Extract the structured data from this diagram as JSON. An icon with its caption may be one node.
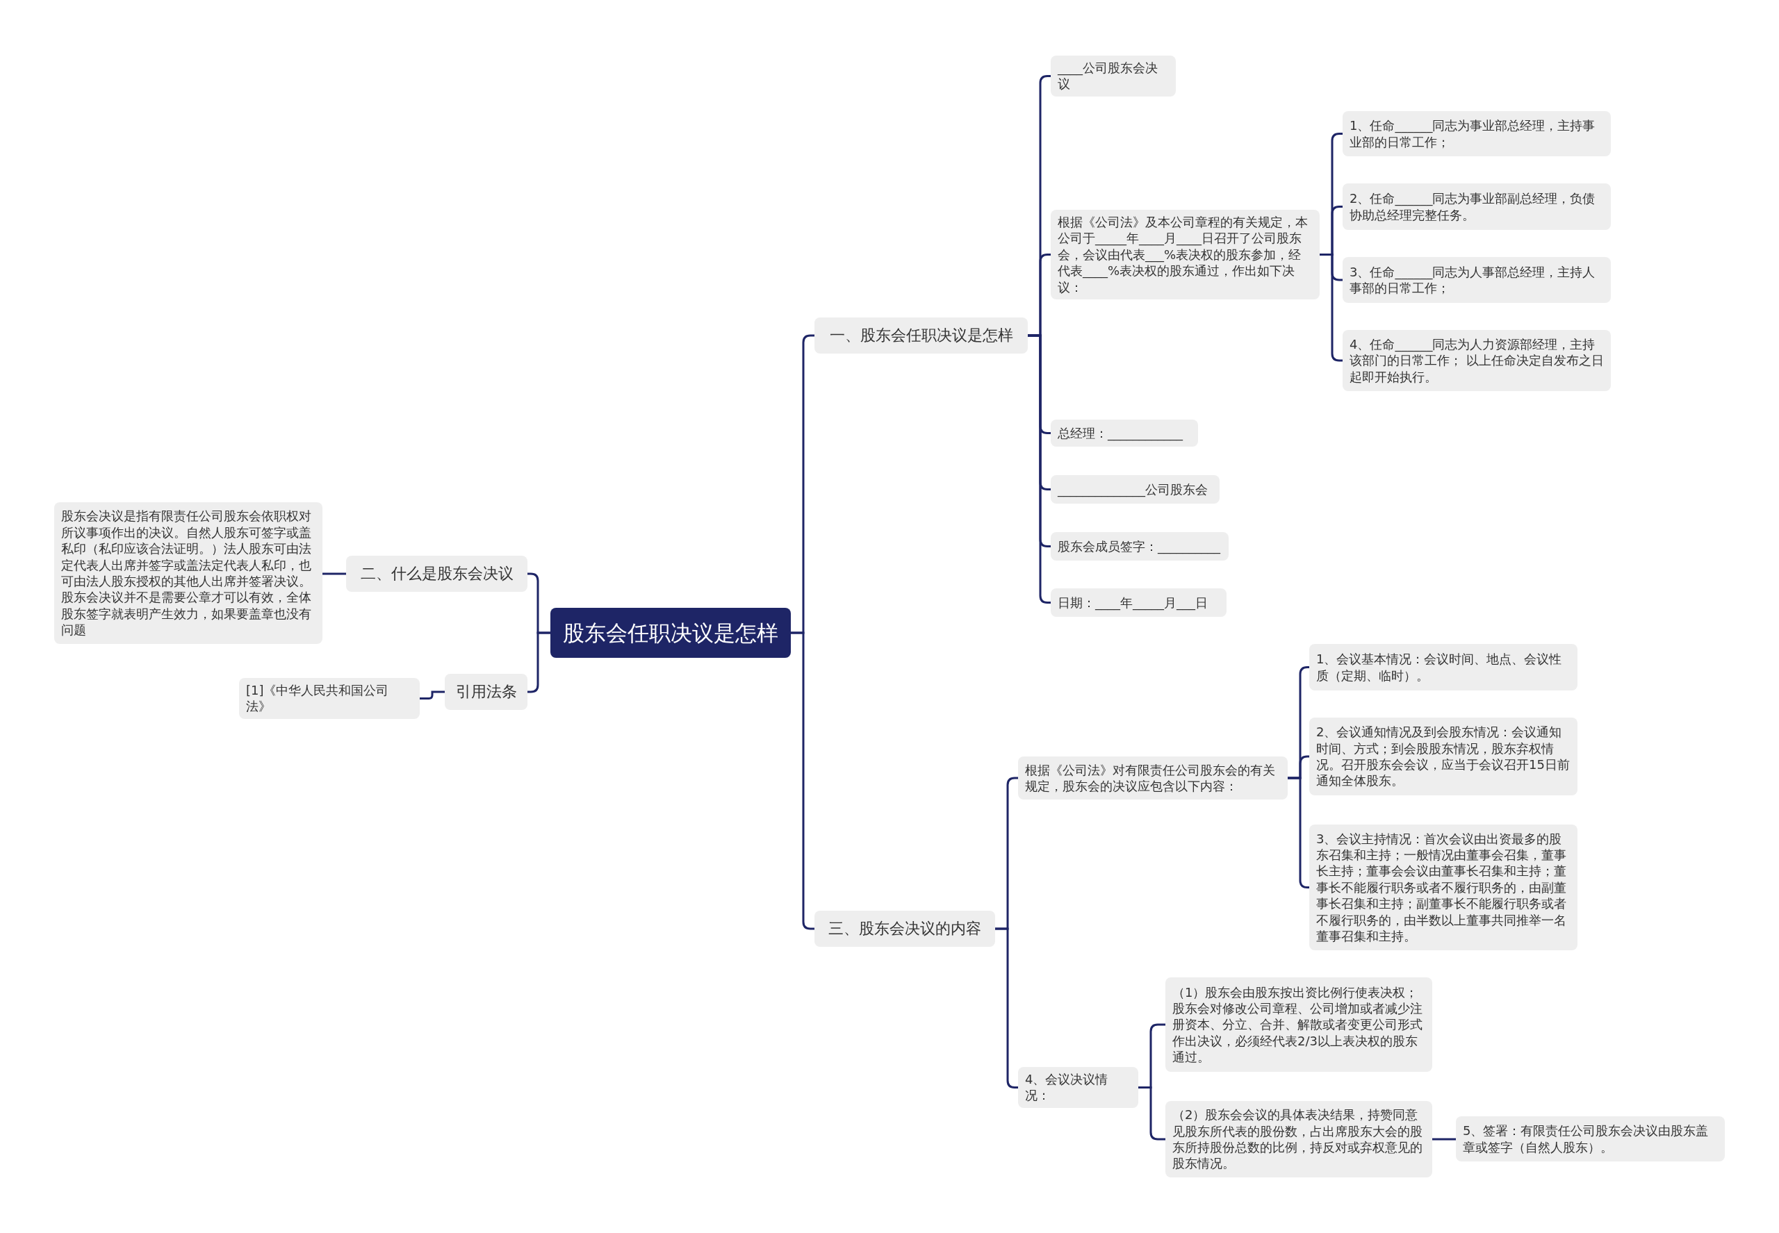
{
  "diagram": {
    "nodes": [
      {
        "text": [
          "股东会任职决议是怎样"
        ]
      },
      {
        "text": [
          "一、股东会任职决议是怎样"
        ]
      },
      {
        "text": [
          "____公司股东会决议"
        ]
      },
      {
        "text": [
          "根据《公司法》及本公司章程的有关规定，本公司于_____年____月____日召开了公司股东会，会议由代表___%表决权的股东参加，经代表____%表决权的股东通过，作出如下决议："
        ]
      },
      {
        "text": [
          "1、任命______同志为事业部总经理，主持事业部的日常工作；"
        ]
      },
      {
        "text": [
          "2、任命______同志为事业部副总经理，负债协助总经理完整任务。"
        ]
      },
      {
        "text": [
          "3、任命______同志为人事部总经理，主持人事部的日常工作；"
        ]
      },
      {
        "text": [
          "4、任命______同志为人力资源部经理，主持该部门的日常工作； 以上任命决定自发布之日起即开始执行。"
        ]
      },
      {
        "text": [
          "总经理：____________"
        ]
      },
      {
        "text": [
          "______________公司股东会"
        ]
      },
      {
        "text": [
          "股东会成员签字：__________"
        ]
      },
      {
        "text": [
          "日期：____年_____月___日"
        ]
      },
      {
        "text": [
          "二、什么是股东会决议"
        ]
      },
      {
        "text": [
          "股东会决议是指有限责任公司股东会依职权对所议事项作出的决议。自然人股东可签字或盖私印（私印应该合法证明。）法人股东可由法定代表人出席并签字或盖法定代表人私印，也可由法人股东授权的其他人出席并签署决议。股东会决议并不是需要公章才可以有效，全体股东签字就表明产生效力，如果要盖章也没有问题"
        ]
      },
      {
        "text": [
          "引用法条"
        ]
      },
      {
        "text": [
          "[1]《中华人民共和国公司法》"
        ]
      },
      {
        "text": [
          "三、股东会决议的内容"
        ]
      },
      {
        "text": [
          "根据《公司法》对有限责任公司股东会的有关规定，股东会的决议应包含以下内容："
        ]
      },
      {
        "text": [
          "1、会议基本情况：会议时间、地点、会议性质（定期、临时）。"
        ]
      },
      {
        "text": [
          "2、会议通知情况及到会股东情况：会议通知时间、方式；到会股股东情况，股东弃权情况。召开股东会会议，应当于会议召开15日前通知全体股东。"
        ]
      },
      {
        "text": [
          "3、会议主持情况：首次会议由出资最多的股东召集和主持；一般情况由董事会召集，董事长主持；董事会会议由董事长召集和主持；董事长不能履行职务或者不履行职务的，由副董事长召集和主持；副董事长不能履行职务或者不履行职务的，由半数以上董事共同推举一名董事召集和主持。"
        ]
      },
      {
        "text": [
          "4、会议决议情况："
        ]
      },
      {
        "text": [
          "（1）股东会由股东按出资比例行使表决权；股东会对修改公司章程、公司增加或者减少注册资本、分立、合并、解散或者变更公司形式作出决议，必须经代表2/3以上表决权的股东通过。"
        ]
      },
      {
        "text": [
          "（2）股东会会议的具体表决结果，持赞同意见股东所代表的股份数，占出席股东大会的股东所持股份总数的比例，持反对或弃权意见的股东情况。"
        ]
      },
      {
        "text": [
          "5、签署：有限责任公司股东会决议由股东盖章或签字（自然人股东）。"
        ]
      }
    ],
    "edges": [
      {
        "from": 0,
        "to": 1,
        "arrow": "none"
      },
      {
        "from": 1,
        "to": 2,
        "arrow": "none"
      },
      {
        "from": 1,
        "to": 3,
        "arrow": "none"
      },
      {
        "from": 3,
        "to": 4,
        "arrow": "none"
      },
      {
        "from": 3,
        "to": 5,
        "arrow": "none"
      },
      {
        "from": 3,
        "to": 6,
        "arrow": "none"
      },
      {
        "from": 3,
        "to": 7,
        "arrow": "none"
      },
      {
        "from": 1,
        "to": 8,
        "arrow": "none"
      },
      {
        "from": 1,
        "to": 9,
        "arrow": "none"
      },
      {
        "from": 1,
        "to": 10,
        "arrow": "none"
      },
      {
        "from": 1,
        "to": 11,
        "arrow": "none"
      },
      {
        "from": 0,
        "to": 12,
        "arrow": "none"
      },
      {
        "from": 12,
        "to": 13,
        "arrow": "none"
      },
      {
        "from": 0,
        "to": 14,
        "arrow": "none"
      },
      {
        "from": 14,
        "to": 15,
        "arrow": "none"
      },
      {
        "from": 0,
        "to": 16,
        "arrow": "none"
      },
      {
        "from": 16,
        "to": 17,
        "arrow": "none"
      },
      {
        "from": 17,
        "to": 18,
        "arrow": "none"
      },
      {
        "from": 17,
        "to": 19,
        "arrow": "none"
      },
      {
        "from": 17,
        "to": 20,
        "arrow": "none"
      },
      {
        "from": 16,
        "to": 21,
        "arrow": "none"
      },
      {
        "from": 21,
        "to": 22,
        "arrow": "none"
      },
      {
        "from": 21,
        "to": 23,
        "arrow": "none"
      },
      {
        "from": 23,
        "to": 24,
        "arrow": "none"
      }
    ]
  }
}
